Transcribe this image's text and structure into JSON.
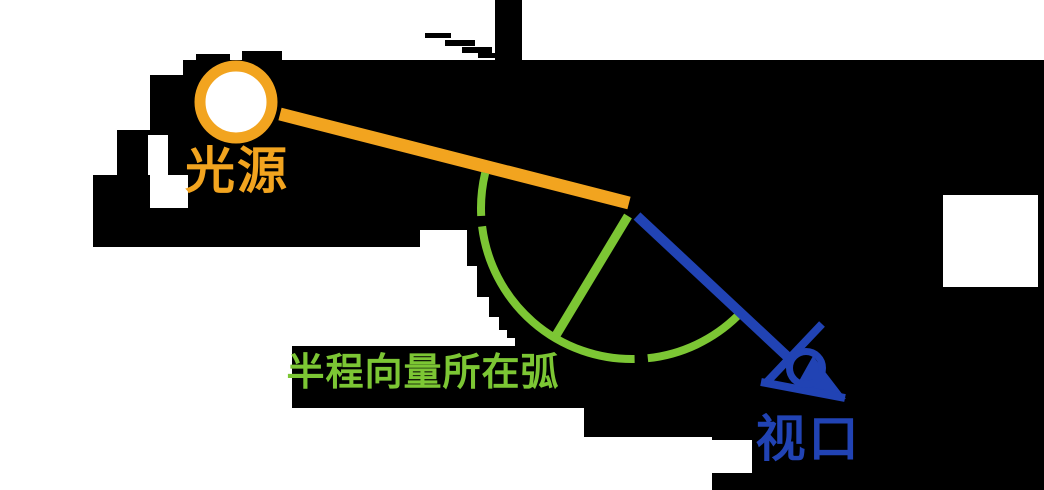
{
  "diagram": {
    "type": "halfway-vector-lighting-diagram",
    "labels": {
      "light_source": "光源",
      "half_vector_arc": "半程向量所在弧",
      "viewport": "视口"
    },
    "nodes": [
      {
        "id": "light-source",
        "label": "光源",
        "shape": "ring",
        "color_key": "orange"
      },
      {
        "id": "surface-point",
        "label": "",
        "shape": "point"
      },
      {
        "id": "viewport-eye",
        "label": "视口",
        "shape": "eye-icon",
        "color_key": "blue"
      }
    ],
    "edges": [
      {
        "id": "light-ray",
        "from": "light-source",
        "to": "surface-point",
        "color_key": "orange"
      },
      {
        "id": "half-vector",
        "from": "surface-point",
        "to": "arc",
        "color_key": "green"
      },
      {
        "id": "view-ray-arrow",
        "from": "surface-point",
        "to": "viewport-eye",
        "color_key": "blue",
        "arrow": true
      }
    ],
    "arc": {
      "label": "半程向量所在弧",
      "color_key": "green",
      "sweep_degrees": 148
    }
  },
  "colors": {
    "orange": "#F2A41F",
    "green": "#7CC634",
    "blue": "#2143B4",
    "background": "#000000",
    "matte": "#FFFFFF"
  }
}
